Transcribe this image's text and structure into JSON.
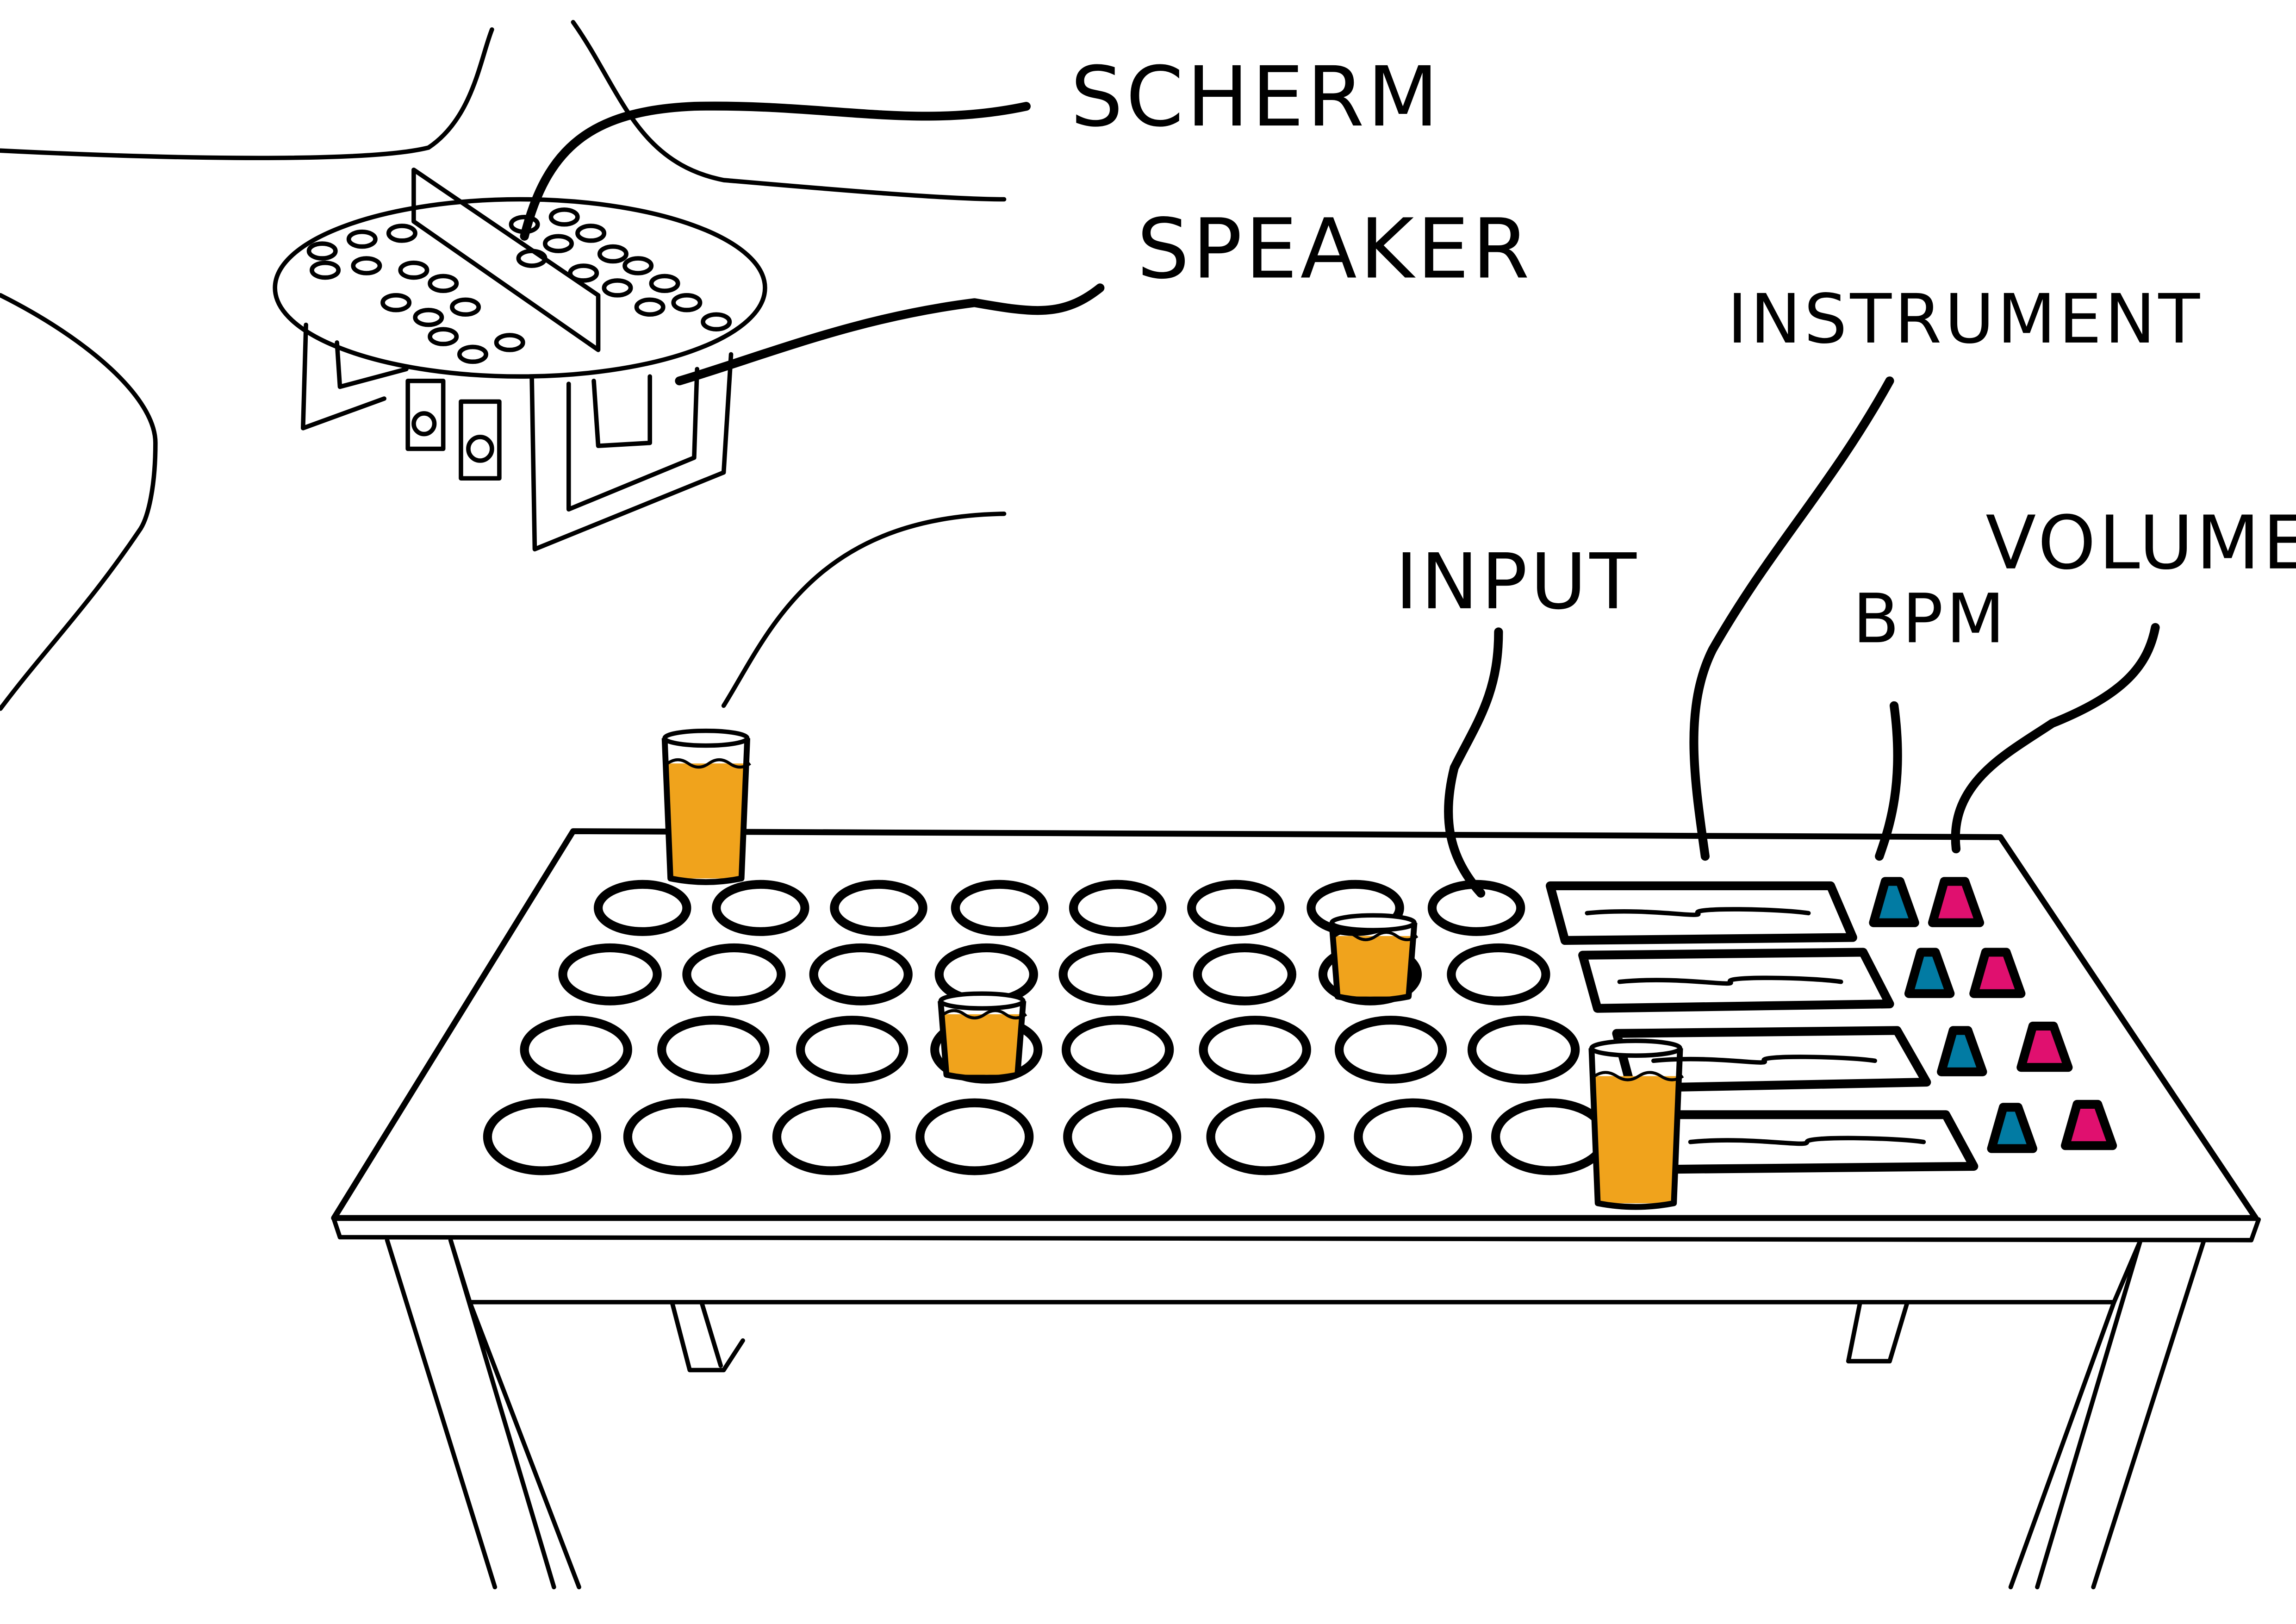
{
  "labels": {
    "screen": "SCHERM",
    "speaker": "SPEAKER",
    "instrument": "INSTRUMENT",
    "input": "INPUT",
    "bpm": "BPM",
    "volume": "VOLUME"
  },
  "colors": {
    "beer": "#f0a31c",
    "bpm_knob": "#027ba3",
    "volume_knob": "#e0106f",
    "line": "#000000"
  }
}
